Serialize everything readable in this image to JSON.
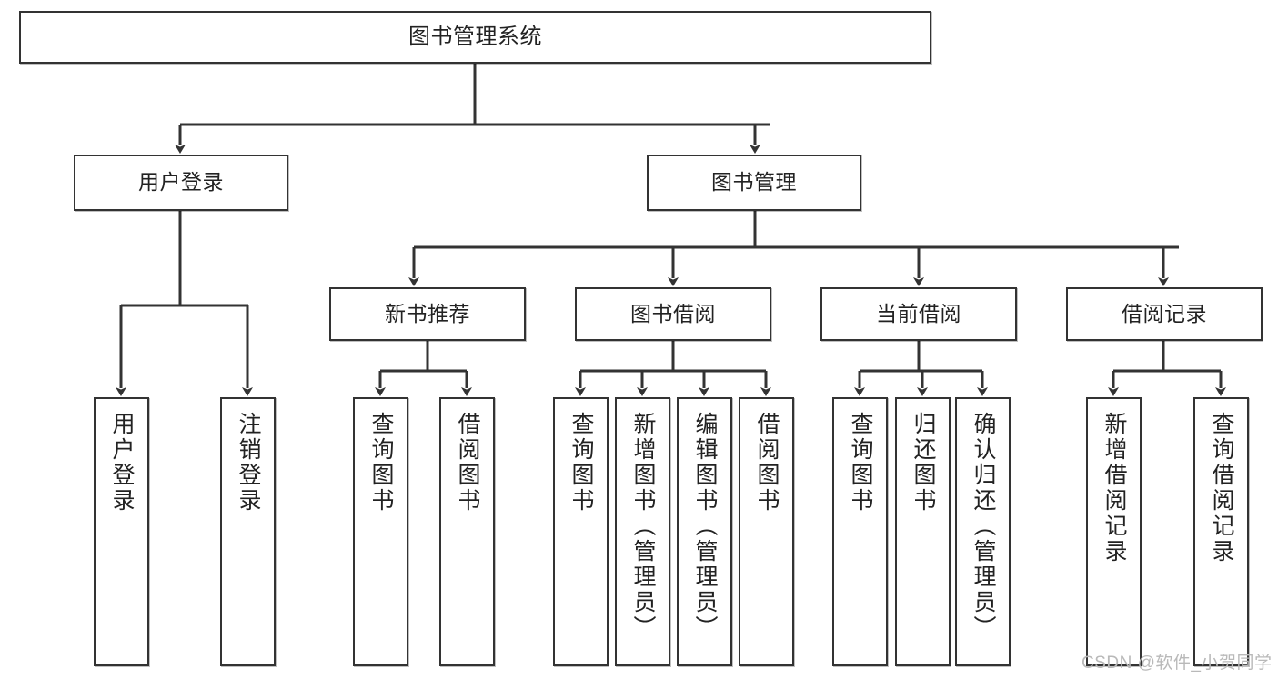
{
  "diagram": {
    "title": "图书管理系统",
    "type": "tree",
    "watermark": "CSDN @软件_小贺同学",
    "style": {
      "background": "#ffffff",
      "box_border": "#333333",
      "text": "#222222",
      "connector": "#333333",
      "watermark_color": "#b9b9b9"
    },
    "levels": [
      {
        "level": 1,
        "nodes": [
          {
            "id": "root",
            "label": "图书管理系统",
            "orientation": "horizontal"
          }
        ]
      },
      {
        "level": 2,
        "nodes": [
          {
            "id": "login",
            "label": "用户登录",
            "orientation": "horizontal",
            "parent": "root"
          },
          {
            "id": "bookmgmt",
            "label": "图书管理",
            "orientation": "horizontal",
            "parent": "root"
          }
        ]
      },
      {
        "level": 3,
        "nodes": [
          {
            "id": "newbook",
            "label": "新书推荐",
            "orientation": "horizontal",
            "parent": "bookmgmt"
          },
          {
            "id": "borrow",
            "label": "图书借阅",
            "orientation": "horizontal",
            "parent": "bookmgmt"
          },
          {
            "id": "current",
            "label": "当前借阅",
            "orientation": "horizontal",
            "parent": "bookmgmt"
          },
          {
            "id": "records",
            "label": "借阅记录",
            "orientation": "horizontal",
            "parent": "bookmgmt"
          }
        ]
      },
      {
        "level": 4,
        "nodes": [
          {
            "id": "leaf1",
            "label": "用户登录",
            "orientation": "vertical",
            "parent": "login"
          },
          {
            "id": "leaf2",
            "label": "注销登录",
            "orientation": "vertical",
            "parent": "login"
          },
          {
            "id": "leaf3",
            "label": "查询图书",
            "orientation": "vertical",
            "parent": "newbook"
          },
          {
            "id": "leaf4",
            "label": "借阅图书",
            "orientation": "vertical",
            "parent": "newbook"
          },
          {
            "id": "leaf5",
            "label": "查询图书",
            "orientation": "vertical",
            "parent": "borrow"
          },
          {
            "id": "leaf6",
            "label": "新增图书（管理员）",
            "orientation": "vertical",
            "parent": "borrow"
          },
          {
            "id": "leaf7",
            "label": "编辑图书（管理员）",
            "orientation": "vertical",
            "parent": "borrow"
          },
          {
            "id": "leaf8",
            "label": "借阅图书",
            "orientation": "vertical",
            "parent": "borrow"
          },
          {
            "id": "leaf9",
            "label": "查询图书",
            "orientation": "vertical",
            "parent": "current"
          },
          {
            "id": "leaf10",
            "label": "归还图书",
            "orientation": "vertical",
            "parent": "current"
          },
          {
            "id": "leaf11",
            "label": "确认归还（管理员）",
            "orientation": "vertical",
            "parent": "current"
          },
          {
            "id": "leaf12",
            "label": "新增借阅记录",
            "orientation": "vertical",
            "parent": "records"
          },
          {
            "id": "leaf13",
            "label": "查询借阅记录",
            "orientation": "vertical",
            "parent": "records"
          }
        ]
      }
    ]
  }
}
